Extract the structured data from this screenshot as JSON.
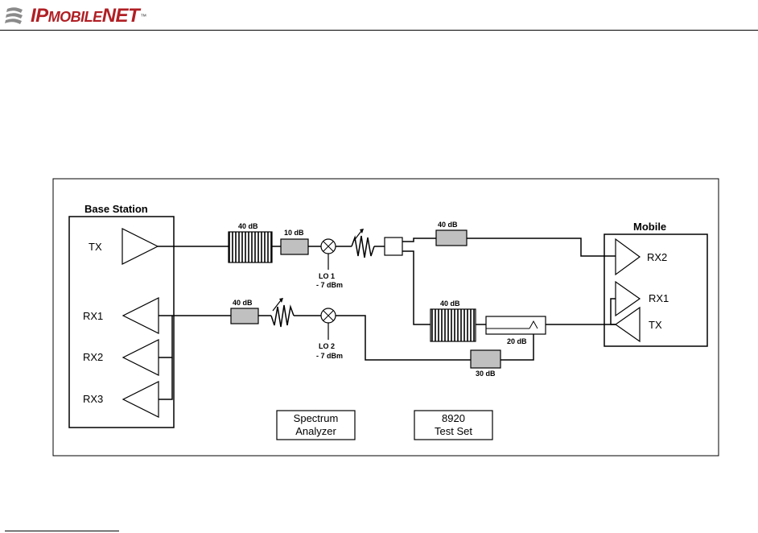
{
  "header": {
    "logo_ip": "IP",
    "logo_mobile": "MOBILE",
    "logo_net": "NET",
    "logo_tm": "™"
  },
  "diagram": {
    "base_station": {
      "title": "Base Station",
      "tx": "TX",
      "rx1": "RX1",
      "rx2": "RX2",
      "rx3": "RX3"
    },
    "mobile": {
      "title": "Mobile",
      "rx2": "RX2",
      "rx1": "RX1",
      "tx": "TX"
    },
    "attenuators": {
      "tx_fixed_40": "40 dB",
      "tx_10": "10 dB",
      "mobile_rx2_40": "40 dB",
      "rx_40": "40 dB",
      "mobile_tx_40": "40 dB",
      "coupler_20": "20 dB",
      "return_30": "30 dB"
    },
    "lo1": {
      "name": "LO 1",
      "power": "- 7 dBm"
    },
    "lo2": {
      "name": "LO 2",
      "power": "- 7 dBm"
    },
    "spectrum_analyzer": {
      "line1": "Spectrum",
      "line2": "Analyzer"
    },
    "test_set": {
      "line1": "8920",
      "line2": "Test Set"
    }
  }
}
